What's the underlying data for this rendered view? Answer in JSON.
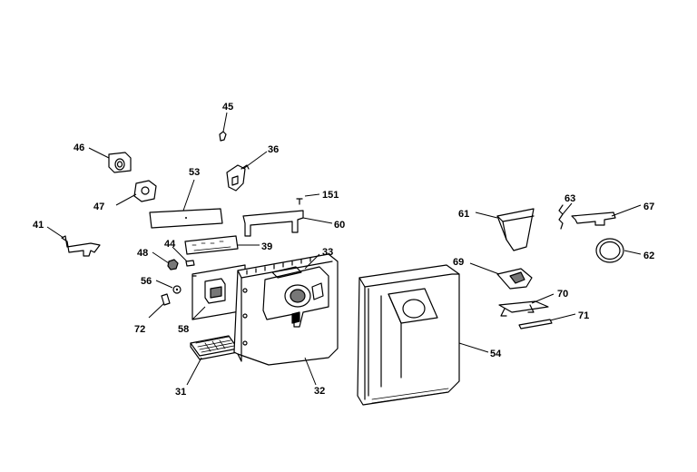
{
  "callouts": {
    "c45": "45",
    "c46": "46",
    "c36": "36",
    "c53": "53",
    "c47": "47",
    "c151": "151",
    "c41": "41",
    "c60": "60",
    "c44": "44",
    "c39": "39",
    "c48": "48",
    "c33": "33",
    "c56": "56",
    "c58": "58",
    "c72": "72",
    "c31": "31",
    "c32": "32",
    "c54": "54",
    "c61": "61",
    "c63": "63",
    "c67": "67",
    "c62": "62",
    "c69": "69",
    "c70": "70",
    "c71": "71"
  }
}
